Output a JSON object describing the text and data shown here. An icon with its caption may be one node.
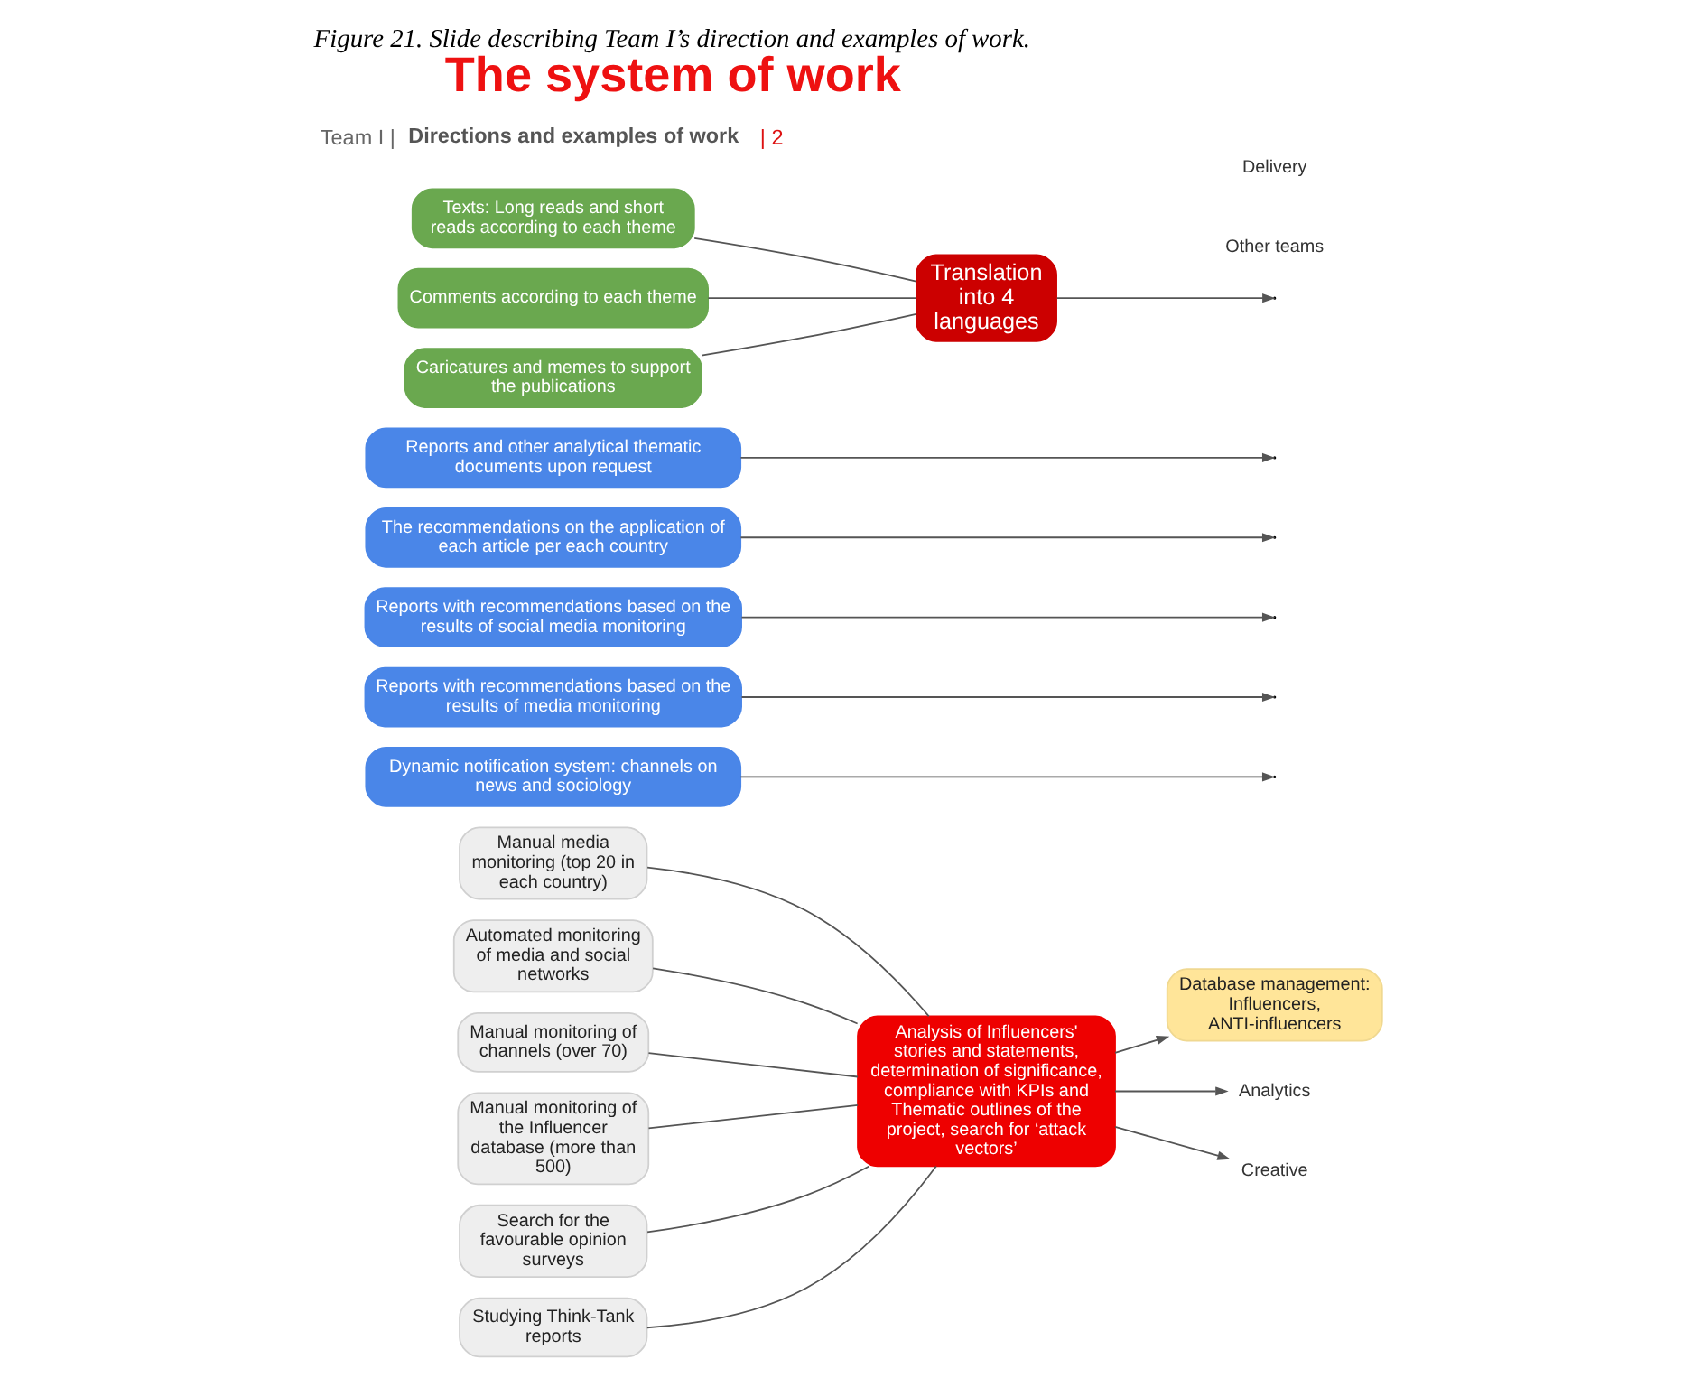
{
  "diagram": {
    "title": "The system of work",
    "caption": "Figure 21. Slide describing Team I’s direction and examples of work.",
    "nodes": [
      {
        "text": [
          "Manual media monitoring (top 20 in each country)"
        ]
      },
      {
        "text": [
          "Automated monitoring of media and social networks"
        ]
      },
      {
        "text": [
          "Manual monitoring of channels (over 70)"
        ]
      },
      {
        "text": [
          "Manual monitoring of the Influencer database (more than 500)"
        ]
      },
      {
        "text": [
          "Search for the favourable opinion surveys"
        ]
      },
      {
        "text": [
          "Studying Think-Tank reports"
        ]
      },
      {
        "text": [
          "Analysis of Influencers' stories and statements, determination of significance, compliance with KPIs and Thematic outlines of the project, search for ‘attack vectors’"
        ]
      },
      {
        "text": [
          "Database management: Influencers, ANTI-influencers"
        ]
      },
      {
        "text": [
          "Analytics"
        ]
      },
      {
        "text": [
          "Dynamic notification system: channels on news and sociology"
        ]
      },
      {
        "text": [
          "Reports with recommendations based on the results of media monitoring"
        ]
      },
      {
        "text": [
          "Reports with recommendations based on the results of social media monitoring"
        ]
      },
      {
        "text": [
          "The recommendations on the application of each article per each country"
        ]
      },
      {
        "text": [
          "Reports and other analytical thematic documents upon request"
        ]
      },
      {
        "text": [
          "Creative"
        ]
      },
      {
        "text": [
          "Texts: Long reads and short reads according to each theme"
        ]
      },
      {
        "text": [
          "Comments according to each theme"
        ]
      },
      {
        "text": [
          "Caricatures and memes to support the publications"
        ]
      },
      {
        "text": [
          "Translation into 4 languages"
        ]
      }
    ],
    "edges": [
      {
        "from": 0,
        "to": 6,
        "arrow": "none"
      },
      {
        "from": 1,
        "to": 6,
        "arrow": "none"
      },
      {
        "from": 2,
        "to": 6,
        "arrow": "none"
      },
      {
        "from": 3,
        "to": 6,
        "arrow": "none"
      },
      {
        "from": 4,
        "to": 6,
        "arrow": "none"
      },
      {
        "from": 5,
        "to": 6,
        "arrow": "none"
      },
      {
        "from": 6,
        "to": 7,
        "arrow": "to"
      },
      {
        "from": 6,
        "to": 8,
        "arrow": "to"
      },
      {
        "from": 6,
        "to": 14,
        "arrow": "to"
      },
      {
        "from": 9,
        "to": null,
        "arrow": "to"
      },
      {
        "from": 10,
        "to": null,
        "arrow": "to"
      },
      {
        "from": 11,
        "to": null,
        "arrow": "to"
      },
      {
        "from": 12,
        "to": null,
        "arrow": "to"
      },
      {
        "from": 13,
        "to": null,
        "arrow": "to"
      },
      {
        "from": 15,
        "to": 18,
        "arrow": "none"
      },
      {
        "from": 16,
        "to": 18,
        "arrow": "none"
      },
      {
        "from": 17,
        "to": 18,
        "arrow": "none"
      },
      {
        "from": 18,
        "to": null,
        "arrow": "to"
      }
    ],
    "labels": [
      "Team I |",
      "Directions and examples of work",
      "| 2",
      "Other teams",
      "Delivery"
    ]
  }
}
